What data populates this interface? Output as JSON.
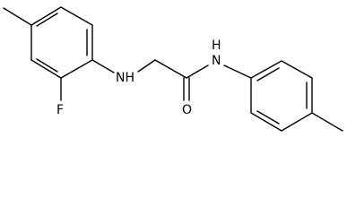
{
  "molecule": {
    "atoms": {
      "fluorine": "F",
      "amine_nh": "NH",
      "oxygen": "O",
      "amide_nh": "N",
      "amide_h": "H"
    },
    "colors": {
      "bond": "#000000",
      "label": "#000000",
      "background": "#ffffff"
    }
  }
}
